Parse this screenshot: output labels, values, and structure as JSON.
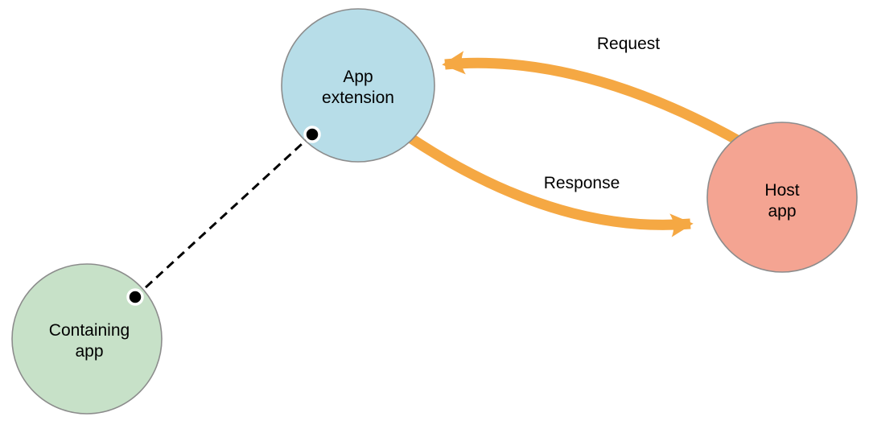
{
  "diagram": {
    "nodes": {
      "app_extension": {
        "lines": [
          "App",
          "extension"
        ],
        "fill": "#B7DDE8"
      },
      "containing_app": {
        "lines": [
          "Containing",
          "app"
        ],
        "fill": "#C7E1C8"
      },
      "host_app": {
        "lines": [
          "Host",
          "app"
        ],
        "fill": "#F4A492"
      }
    },
    "edges": {
      "request": {
        "label": "Request",
        "from": "host_app",
        "to": "app_extension",
        "style": "curved-arrow"
      },
      "response": {
        "label": "Response",
        "from": "app_extension",
        "to": "host_app",
        "style": "curved-arrow"
      },
      "containing_link": {
        "from": "containing_app",
        "to": "app_extension",
        "style": "dashed-line-with-endpoint-dots"
      }
    },
    "colors": {
      "arrow": "#F5A843",
      "node_border": "#8C8C8C",
      "link": "#000000",
      "text": "#000000",
      "background": "#FFFFFF"
    }
  }
}
